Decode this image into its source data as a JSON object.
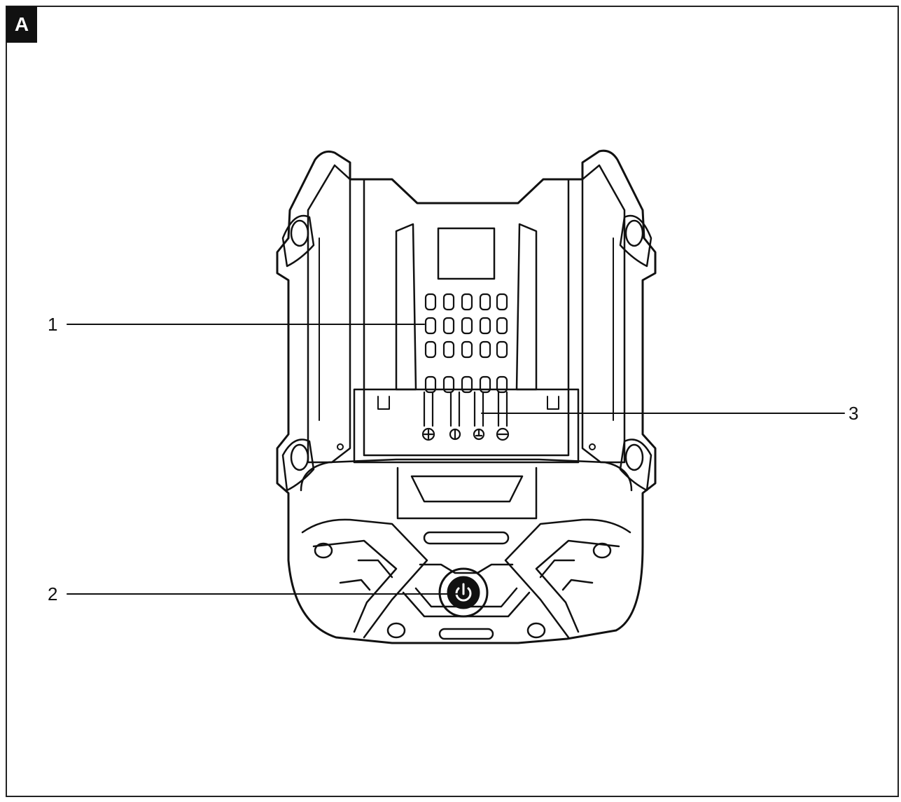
{
  "figure": {
    "tag": "A"
  },
  "callouts": [
    {
      "number": "1",
      "target": "vent-grid"
    },
    {
      "number": "2",
      "target": "power-button"
    },
    {
      "number": "3",
      "target": "battery-contacts"
    }
  ],
  "colors": {
    "line": "#111111",
    "background": "#ffffff",
    "tag_bg": "#111111",
    "tag_fg": "#ffffff"
  },
  "icons": {
    "power": "power-icon",
    "contact_1": "plus-terminal-icon",
    "contact_2": "sensor-terminal-icon",
    "contact_3": "temperature-terminal-icon",
    "contact_4": "minus-terminal-icon"
  }
}
